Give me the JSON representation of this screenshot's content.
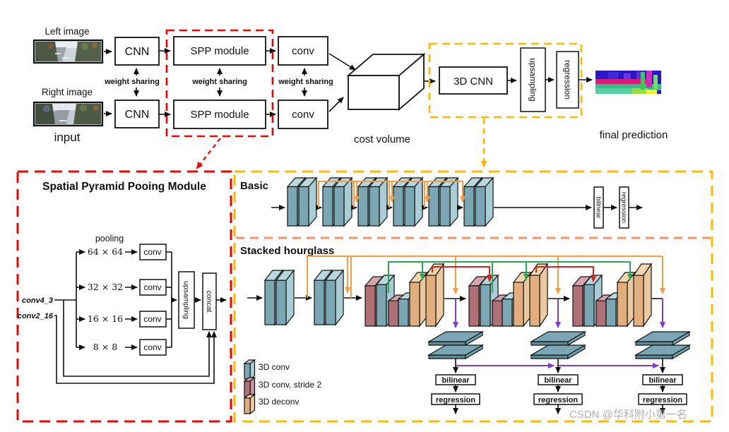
{
  "colors": {
    "gold_dashed": "#FFB800",
    "red_dashed": "#F20000",
    "divider_orange": "#F0946A",
    "skip_orange": "#F59C45",
    "skip_green": "#28A653",
    "skip_red": "#D92121",
    "skip_purple": "#7E3BD0",
    "conv3d_teal": "#7BA7B2",
    "stride2_maroon": "#AF7077",
    "deconv_tan": "#E2AE7D"
  },
  "pipeline": {
    "left_image_label": "Left image",
    "right_image_label": "Right image",
    "input_label": "input",
    "cnn_top_label": "CNN",
    "cnn_bottom_label": "CNN",
    "spp_top_label": "SPP module",
    "spp_bottom_label": "SPP module",
    "conv_top_label": "conv",
    "conv_bottom_label": "conv",
    "weight_sharing_cnn": "weight sharing",
    "weight_sharing_spp": "weight sharing",
    "weight_sharing_conv": "weight sharing",
    "cost_volume_label": "cost volume",
    "cnn3d_label": "3D CNN",
    "upsampling_label": "upsampling",
    "regression_label": "regression",
    "final_prediction_label": "final prediction"
  },
  "spp_module": {
    "title": "Spatial Pyramid Pooing Module",
    "pooling_label": "pooling",
    "levels": [
      "64 × 64",
      "32 × 32",
      "16 × 16",
      "8 × 8"
    ],
    "conv_labels": [
      "conv",
      "conv",
      "conv",
      "conv"
    ],
    "input_top_label": "conv4_3",
    "input_bottom_label": "conv2_16",
    "upsampling_label": "upsampling",
    "concat_label": "concat"
  },
  "architectures": {
    "basic": {
      "label": "Basic",
      "bilinear_label": "bilinear",
      "regression_label": "regression"
    },
    "stacked_hourglass": {
      "label": "Stacked hourglass",
      "branches": [
        {
          "bilinear_label": "bilinear",
          "regression_label": "regression"
        },
        {
          "bilinear_label": "bilinear",
          "regression_label": "regression"
        },
        {
          "bilinear_label": "bilinear",
          "regression_label": "regression"
        }
      ]
    }
  },
  "legend": {
    "items": [
      {
        "label": "3D conv",
        "color": "#7BA7B2"
      },
      {
        "label": "3D conv, stride 2",
        "color": "#AF7077"
      },
      {
        "label": "3D deconv",
        "color": "#E2AE7D"
      }
    ]
  },
  "watermark": "CSDN @华科附小第一名"
}
